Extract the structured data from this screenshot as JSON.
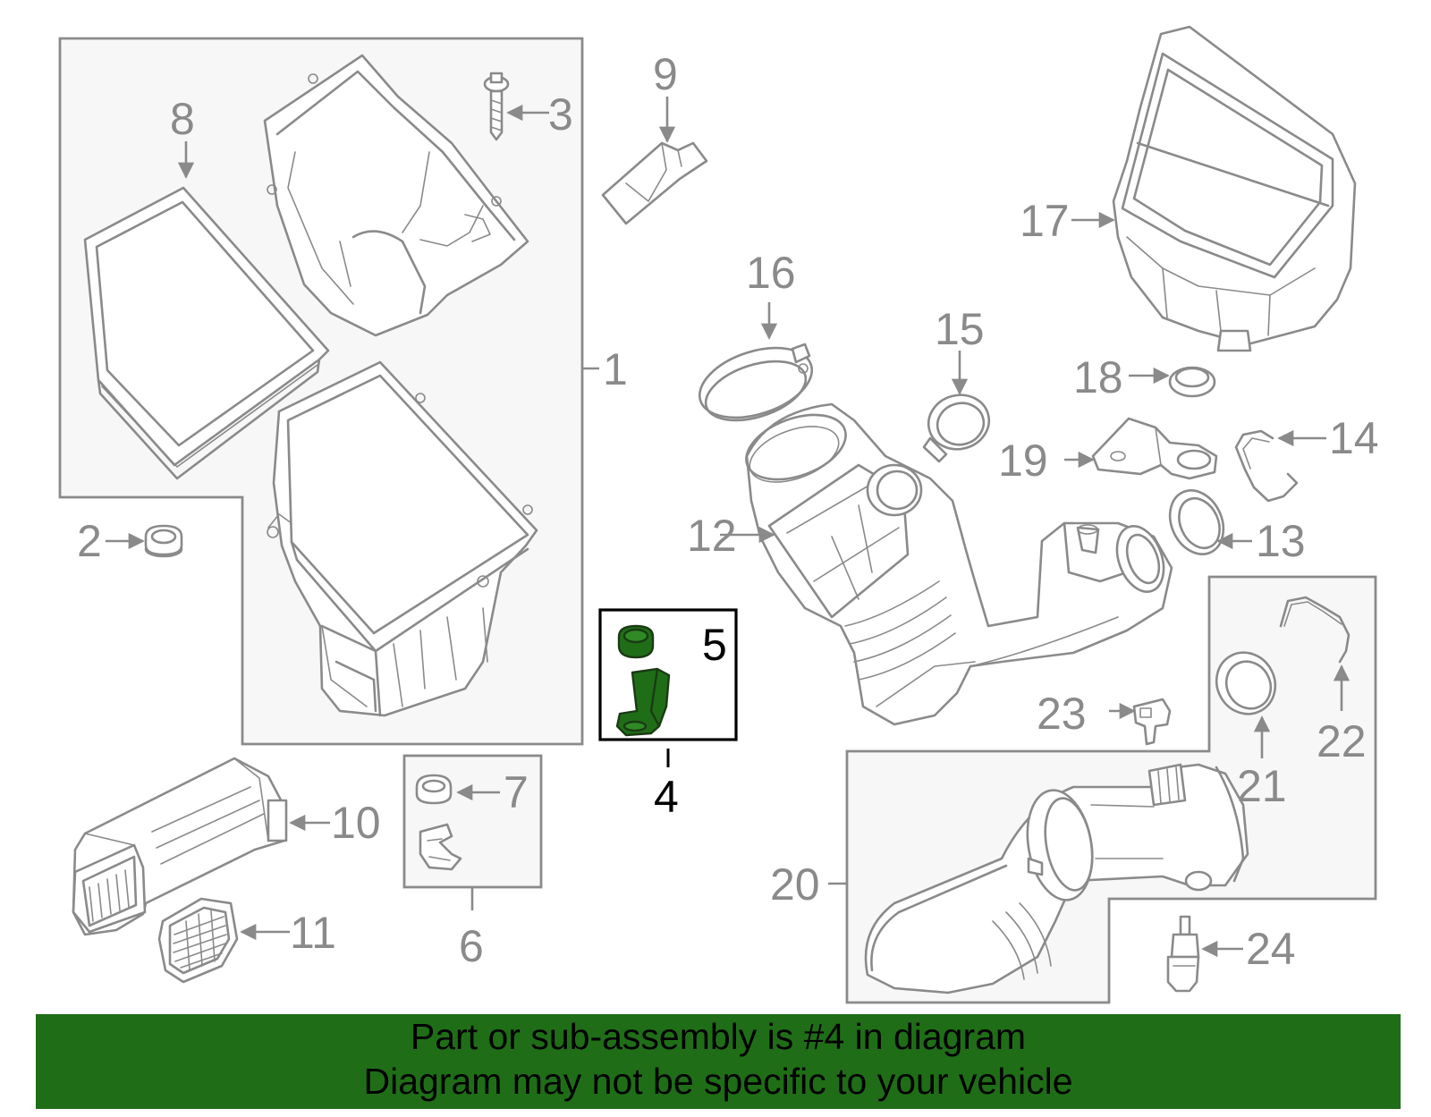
{
  "diagram": {
    "highlight_color": "#1f6e17",
    "highlighted_callout": "4",
    "callouts": {
      "c1": "1",
      "c2": "2",
      "c3": "3",
      "c4": "4",
      "c5": "5",
      "c6": "6",
      "c7": "7",
      "c8": "8",
      "c9": "9",
      "c10": "10",
      "c11": "11",
      "c12": "12",
      "c13": "13",
      "c14": "14",
      "c15": "15",
      "c16": "16",
      "c17": "17",
      "c18": "18",
      "c19": "19",
      "c20": "20",
      "c21": "21",
      "c22": "22",
      "c23": "23",
      "c24": "24"
    }
  },
  "banner": {
    "line1": "Part or sub-assembly is #4 in diagram",
    "line2": "Diagram may not be specific to your vehicle",
    "background": "#1f6e17"
  }
}
